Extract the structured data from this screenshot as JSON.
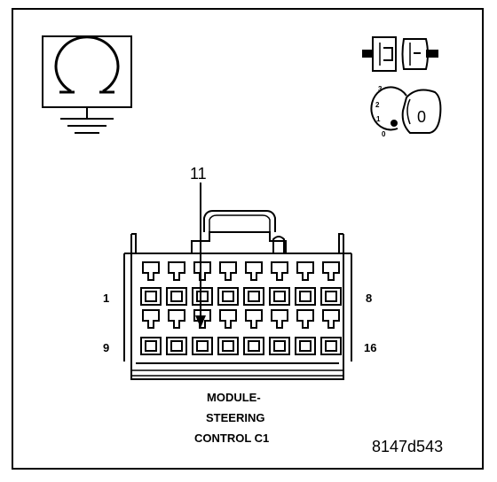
{
  "icons": {
    "ohmmeter": "ohmmeter-ground-icon",
    "connector": "disconnected-connector-icon",
    "ignition": "ignition-key-off-icon"
  },
  "ignition": {
    "positions": [
      "3",
      "2",
      "1",
      "0"
    ],
    "key_label": "0"
  },
  "connector": {
    "callout_pin": "11",
    "pin_rows": [
      {
        "first": "1",
        "last": "8"
      },
      {
        "first": "9",
        "last": "16"
      }
    ],
    "cavities_per_row": 8,
    "title_lines": [
      "MODULE-",
      "STEERING",
      "CONTROL C1"
    ]
  },
  "figure_id": "8147d543"
}
